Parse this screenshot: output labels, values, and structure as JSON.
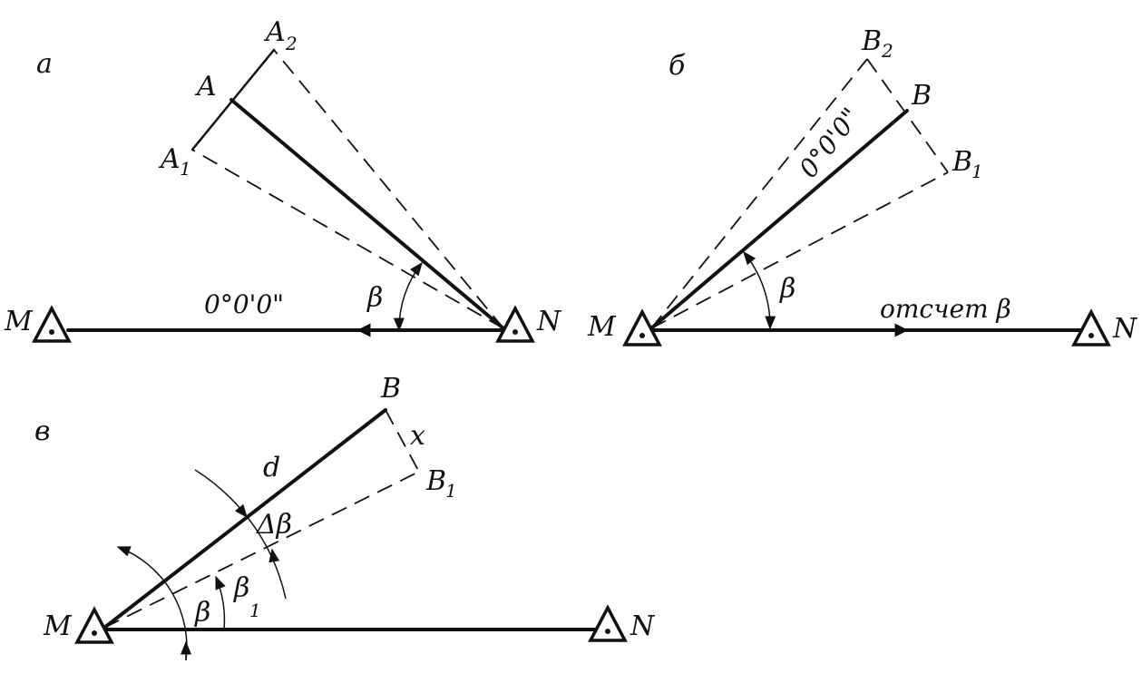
{
  "panels": {
    "a": {
      "label": "а",
      "points": {
        "A": "A",
        "A1": "A",
        "A1_sub": "1",
        "A2": "A",
        "A2_sub": "2",
        "M": "M",
        "N": "N"
      },
      "reading": "0°0'0\"",
      "angle": "β"
    },
    "b": {
      "label": "б",
      "points": {
        "B": "B",
        "B1": "B",
        "B1_sub": "1",
        "B2": "B",
        "B2_sub": "2",
        "M": "M",
        "N": "N"
      },
      "reading": "0°0'0\"",
      "angle": "β",
      "reading_text": "отсчет β"
    },
    "c": {
      "label": "в",
      "points": {
        "B": "B",
        "B1": "B",
        "B1_sub": "1",
        "M": "M",
        "N": "N"
      },
      "distance": "d",
      "offset": "x",
      "delta_angle": "Δβ",
      "angle": "β",
      "angle1": "β",
      "angle1_sub": "1"
    }
  }
}
